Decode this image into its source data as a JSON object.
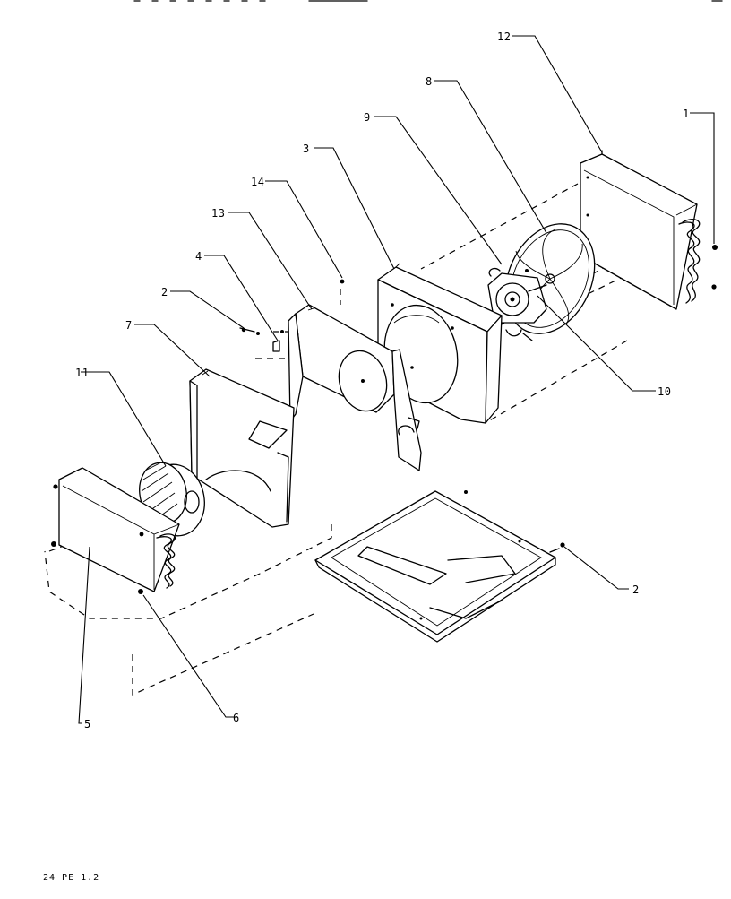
{
  "diagram": {
    "callouts": [
      "1",
      "2",
      "2",
      "3",
      "4",
      "5",
      "6",
      "7",
      "8",
      "9",
      "10",
      "11",
      "12",
      "13",
      "14"
    ],
    "footer_code": "24 PE 1.2"
  }
}
